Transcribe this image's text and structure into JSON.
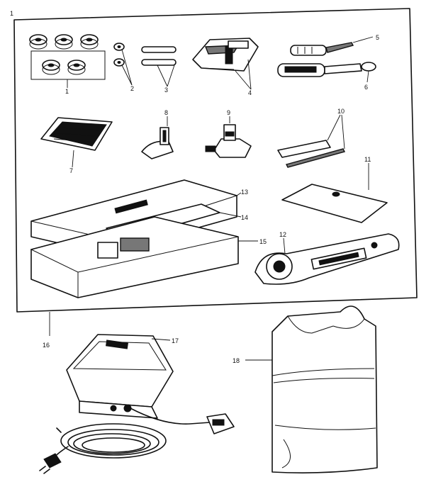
{
  "diagram": {
    "callouts": {
      "c1": "1",
      "c1b": "1",
      "c2": "2",
      "c3": "3",
      "c4": "4",
      "c5": "5",
      "c6": "6",
      "c7": "7",
      "c8": "8",
      "c9": "9",
      "c10": "10",
      "c11": "11",
      "c12": "12",
      "c13": "13",
      "c14": "14",
      "c15": "15",
      "c16": "16",
      "c17": "17",
      "c18": "18"
    }
  }
}
